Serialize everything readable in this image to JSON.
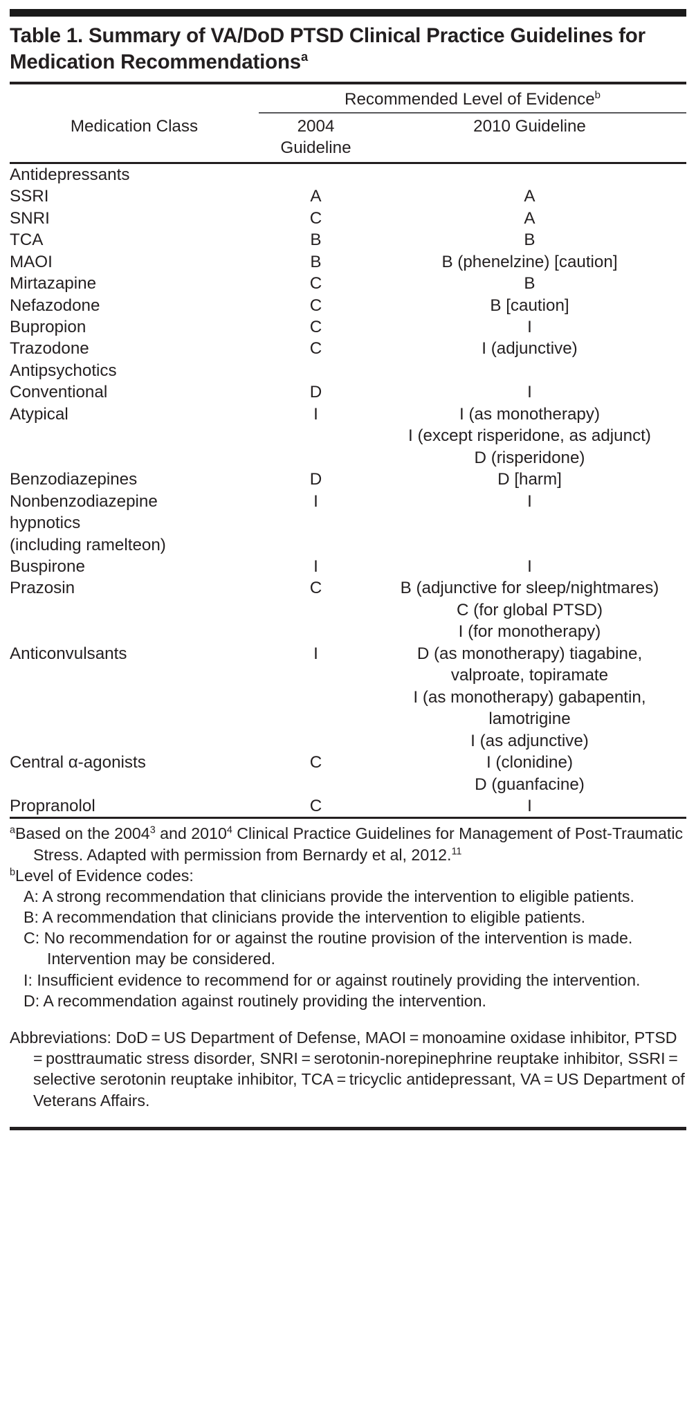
{
  "title": {
    "text": "Table 1. Summary of VA/DoD PTSD Clinical Practice Guidelines for Medication Recommendations",
    "marker": "a"
  },
  "header": {
    "spanner": "Recommended Level of Evidence",
    "spanner_marker": "b",
    "col_class": "Medication Class",
    "col_2004_line1": "2004",
    "col_2004_line2": "Guideline",
    "col_2010": "2010 Guideline"
  },
  "rows": [
    {
      "label": "Antidepressants",
      "indent": 0,
      "g2004": "",
      "g2010": ""
    },
    {
      "label": "SSRI",
      "indent": 1,
      "g2004": "A",
      "g2010": "A"
    },
    {
      "label": "SNRI",
      "indent": 1,
      "g2004": "C",
      "g2010": "A"
    },
    {
      "label": "TCA",
      "indent": 1,
      "g2004": "B",
      "g2010": "B"
    },
    {
      "label": "MAOI",
      "indent": 1,
      "g2004": "B",
      "g2010": "B (phenelzine) [caution]"
    },
    {
      "label": "Mirtazapine",
      "indent": 1,
      "g2004": "C",
      "g2010": "B"
    },
    {
      "label": "Nefazodone",
      "indent": 1,
      "g2004": "C",
      "g2010": "B [caution]"
    },
    {
      "label": "Bupropion",
      "indent": 1,
      "g2004": "C",
      "g2010": "I"
    },
    {
      "label": "Trazodone",
      "indent": 1,
      "g2004": "C",
      "g2010": "I (adjunctive)"
    },
    {
      "label": "Antipsychotics",
      "indent": 0,
      "g2004": "",
      "g2010": ""
    },
    {
      "label": "Conventional",
      "indent": 1,
      "g2004": "D",
      "g2010": "I"
    },
    {
      "label": "Atypical",
      "indent": 1,
      "g2004": "I",
      "g2010": "I (as monotherapy)\nI (except risperidone, as adjunct)\nD (risperidone)"
    },
    {
      "label": "Benzodiazepines",
      "indent": 0,
      "g2004": "D",
      "g2010": "D [harm]"
    },
    {
      "label": "Nonbenzodiazepine\n   hypnotics\n   (including ramelteon)",
      "indent": 0,
      "g2004": "I",
      "g2010": "I"
    },
    {
      "label": "Buspirone",
      "indent": 0,
      "g2004": "I",
      "g2010": "I"
    },
    {
      "label": "Prazosin",
      "indent": 0,
      "g2004": "C",
      "g2010": "B (adjunctive for sleep/nightmares)\nC (for global PTSD)\nI (for monotherapy)"
    },
    {
      "label": "Anticonvulsants",
      "indent": 0,
      "g2004": "I",
      "g2010": "D (as monotherapy) tiagabine,\nvalproate, topiramate\nI (as monotherapy) gabapentin,\nlamotrigine\nI (as adjunctive)"
    },
    {
      "label": "Central α-agonists",
      "indent": 0,
      "g2004": "C",
      "g2010": "I (clonidine)\nD (guanfacine)"
    },
    {
      "label": "Propranolol",
      "indent": 0,
      "g2004": "C",
      "g2010": "I"
    }
  ],
  "footnotes": {
    "a_marker": "a",
    "a_part1": "Based on the 2004",
    "a_sup1": "3",
    "a_part2": " and 2010",
    "a_sup2": "4",
    "a_part3": " Clinical Practice Guidelines for Management of Post-Traumatic Stress. Adapted with permission from Bernardy et al, 2012.",
    "a_sup3": "11",
    "b_marker": "b",
    "b_text": "Level of Evidence codes:",
    "codes": [
      "A: A strong recommendation that clinicians provide the intervention to eligible patients.",
      "B: A recommendation that clinicians provide the intervention to eligible patients.",
      "C: No recommendation for or against the routine provision of the intervention is made. Intervention may be considered.",
      "I: Insufficient evidence to recommend for or against routinely providing the intervention.",
      "D: A recommendation against routinely providing the intervention."
    ],
    "abbreviations": "Abbreviations: DoD = US Department of Defense, MAOI = monoamine oxidase inhibitor, PTSD = posttraumatic stress disorder, SNRI = serotonin-norepinephrine reuptake inhibitor, SSRI = selective serotonin reuptake inhibitor, TCA = tricyclic antidepressant, VA = US Department of Veterans Affairs."
  },
  "colors": {
    "ink": "#231f20",
    "rule": "#58585b",
    "background": "#ffffff"
  }
}
